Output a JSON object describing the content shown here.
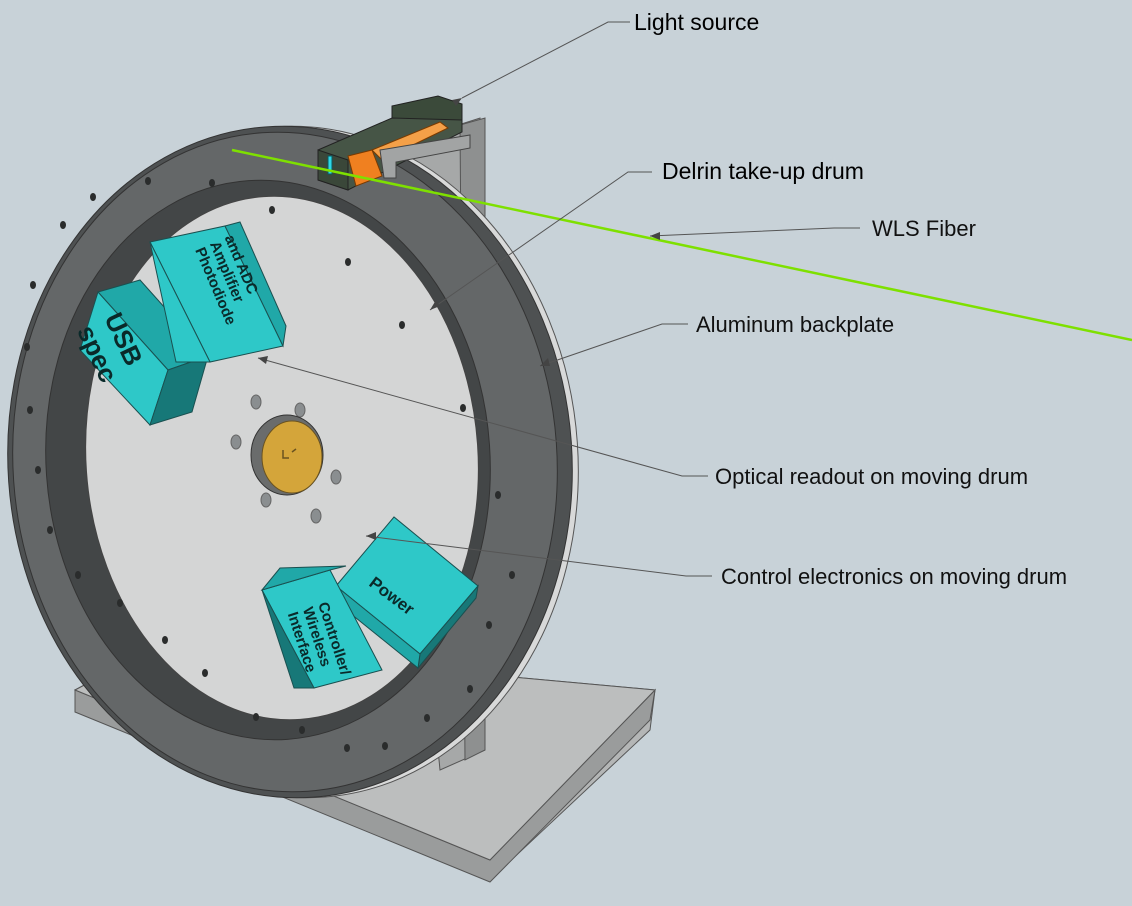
{
  "labels": {
    "light_source": "Light source",
    "delrin_drum": "Delrin take-up drum",
    "wls_fiber": "WLS Fiber",
    "aluminum_backplate": "Aluminum backplate",
    "optical_readout": "Optical readout on moving drum",
    "control_electronics": "Control electronics on moving drum"
  },
  "boxes": {
    "usb_spec": [
      "USB",
      "spec"
    ],
    "photodiode": [
      "Photodiode",
      "Amplifier",
      "and ADC"
    ],
    "power": "Power",
    "controller": [
      "Controller/",
      "Wireless",
      "Interface"
    ]
  },
  "colors": {
    "background": "#c8d2d8",
    "box_face": "#2ec8c8",
    "ring": "#5c5f60",
    "fiber": "#7ee000",
    "hub": "#d4a53a",
    "source_orange": "#f08020"
  }
}
